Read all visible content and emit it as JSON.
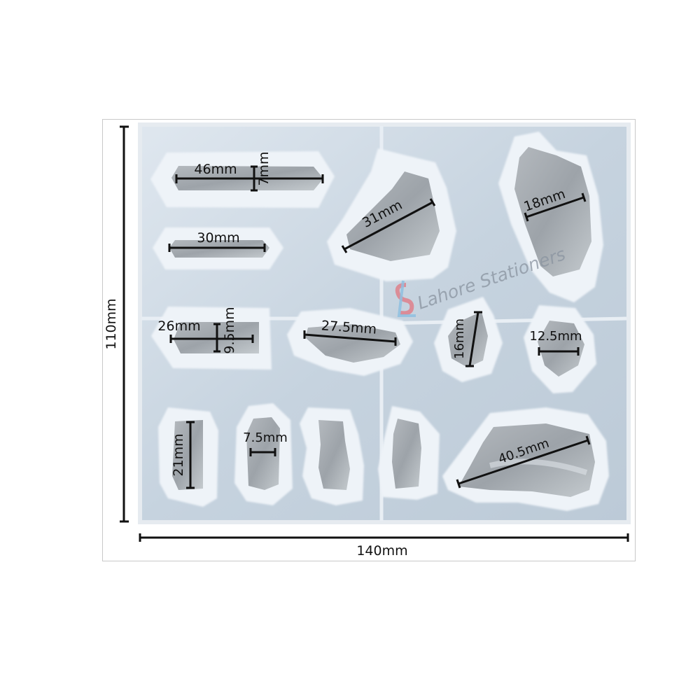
{
  "product": {
    "description": "Silicone resin mold with crystal-shaped cavities",
    "overall_width_label": "140mm",
    "overall_height_label": "110mm"
  },
  "watermark": {
    "logo_letters": "SL",
    "text": "Lahore Stationers"
  },
  "cavities": [
    {
      "id": "long-hexagon",
      "labels": [
        "46mm",
        "7mm"
      ]
    },
    {
      "id": "medium-hexagon",
      "labels": [
        "30mm"
      ]
    },
    {
      "id": "large-chunk-top",
      "labels": [
        "31mm"
      ]
    },
    {
      "id": "tall-chunk-right",
      "labels": [
        "18mm"
      ]
    },
    {
      "id": "short-bar",
      "labels": [
        "26mm",
        "9.5mm"
      ]
    },
    {
      "id": "wedge",
      "labels": [
        "27.5mm"
      ]
    },
    {
      "id": "small-chunk",
      "labels": [
        "16mm"
      ]
    },
    {
      "id": "small-octagon",
      "labels": [
        "12.5mm"
      ]
    },
    {
      "id": "tall-pillar",
      "labels": [
        "21mm"
      ]
    },
    {
      "id": "narrow-pillar",
      "labels": [
        "7.5mm"
      ]
    },
    {
      "id": "wavy-pillar",
      "labels": []
    },
    {
      "id": "curved-pillar",
      "labels": []
    },
    {
      "id": "large-slab",
      "labels": [
        "40.5mm"
      ]
    }
  ],
  "colors": {
    "mold_base": "#c3d0dc",
    "mold_rim": "#eef3f8",
    "cavity": "#9fa6ad",
    "ink": "#111111",
    "frame_border": "#c8c8c8"
  }
}
